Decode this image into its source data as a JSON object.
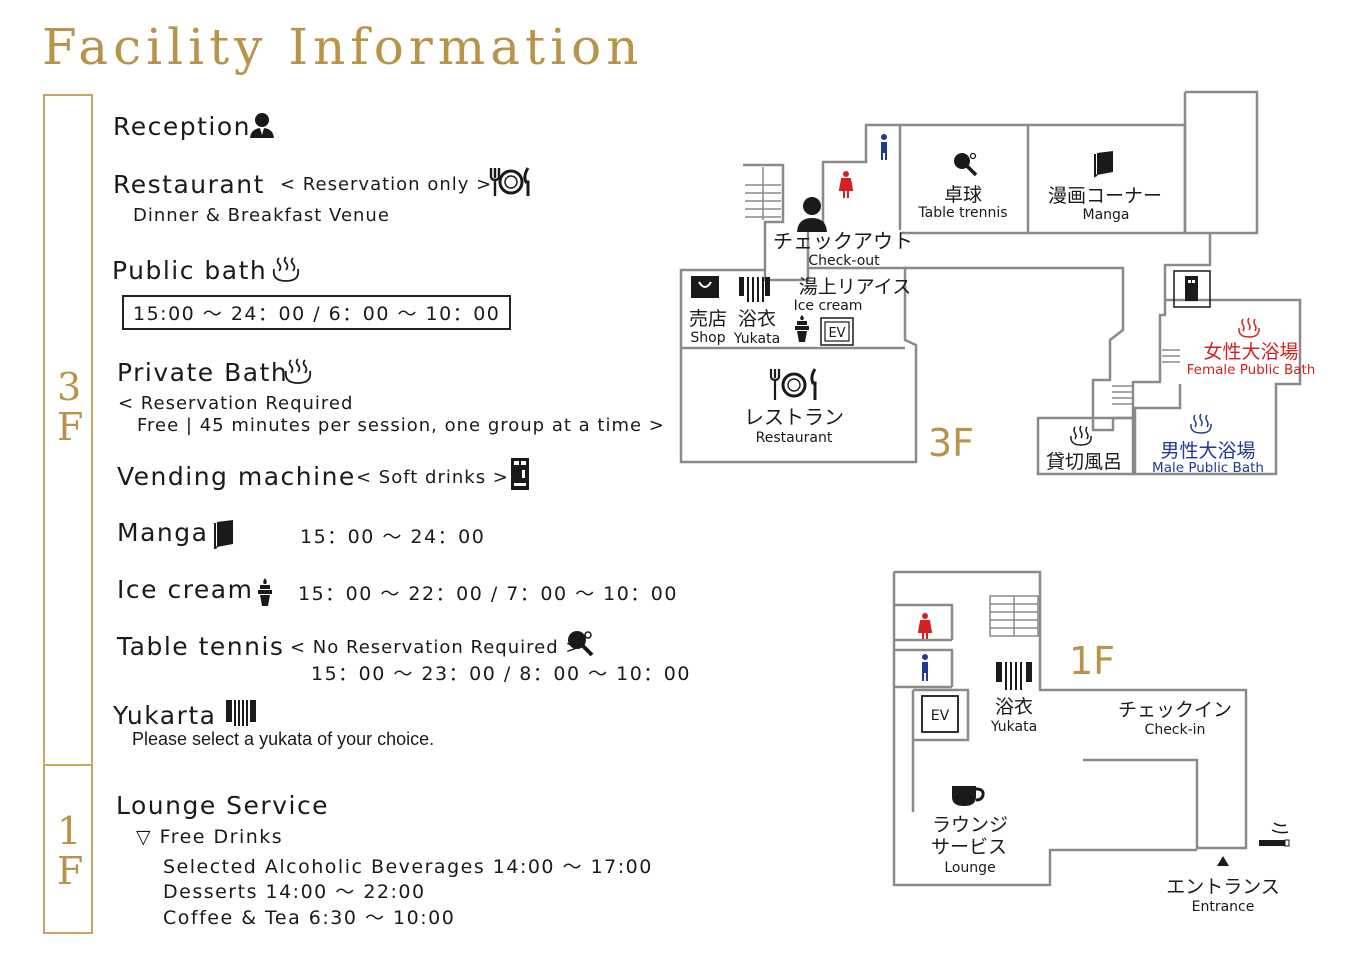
{
  "title": "Facility Information",
  "floors": {
    "f3": "3F",
    "f1": "1F"
  },
  "sections": {
    "reception": {
      "name": "Reception"
    },
    "restaurant": {
      "name": "Restaurant",
      "note": "< Reservation only >",
      "sub": "Dinner & Breakfast Venue"
    },
    "public_bath": {
      "name": "Public bath",
      "hours": "15:00 ～ 24：00 / 6：00 ～ 10：00"
    },
    "private_bath": {
      "name": "Private Bath",
      "note1": "< Reservation Required",
      "note2": "Free | 45 minutes per session, one group at a time >"
    },
    "vending": {
      "name": "Vending machine",
      "note": "< Soft drinks >"
    },
    "manga": {
      "name": "Manga",
      "hours": "15：00 ～ 24：00"
    },
    "ice_cream": {
      "name": "Ice cream",
      "hours": "15：00 ～ 22：00 / 7：00 ～ 10：00"
    },
    "table_tennis": {
      "name": "Table tennis",
      "note": "< No Reservation Required >",
      "hours": "15：00 ～ 23：00 / 8：00 ～ 10：00"
    },
    "yukata": {
      "name": "Yukarta",
      "sub": "Please select a yukata of your choice."
    },
    "lounge": {
      "name": "Lounge Service",
      "drinks_label": "▽ Free Drinks",
      "line1": "Selected Alcoholic Beverages 14:00 ～ 17:00",
      "line2": "Desserts 14:00 ～ 22:00",
      "line3": "Coffee & Tea 6:30 ～ 10:00"
    }
  },
  "map3f": {
    "floor": "3F",
    "checkout_jp": "チェックアウト",
    "checkout_en": "Check-out",
    "tt_jp": "卓球",
    "tt_en": "Table trennis",
    "manga_jp": "漫画コーナー",
    "manga_en": "Manga",
    "ice_jp": "湯上リアイス",
    "ice_en": "Ice cream",
    "shop_jp": "売店",
    "shop_en": "Shop",
    "yukata_jp": "浴衣",
    "yukata_en": "Yukata",
    "ev": "EV",
    "rest_jp": "レストラン",
    "rest_en": "Restaurant",
    "female_jp": "女性大浴場",
    "female_en": "Female Public Bath",
    "male_jp": "男性大浴場",
    "male_en": "Male Public Bath",
    "private_jp": "貸切風呂"
  },
  "map1f": {
    "floor": "1F",
    "ev": "EV",
    "yukata_jp": "浴衣",
    "yukata_en": "Yukata",
    "checkin_jp": "チェックイン",
    "checkin_en": "Check-in",
    "lounge_jp1": "ラウンジ",
    "lounge_jp2": "サービス",
    "lounge_en": "Lounge",
    "entrance_jp": "エントランス",
    "entrance_en": "Entrance"
  },
  "colors": {
    "gold": "#b8944a",
    "female_red": "#d42020",
    "male_blue": "#1f3a93",
    "text": "#1a1a1a"
  }
}
